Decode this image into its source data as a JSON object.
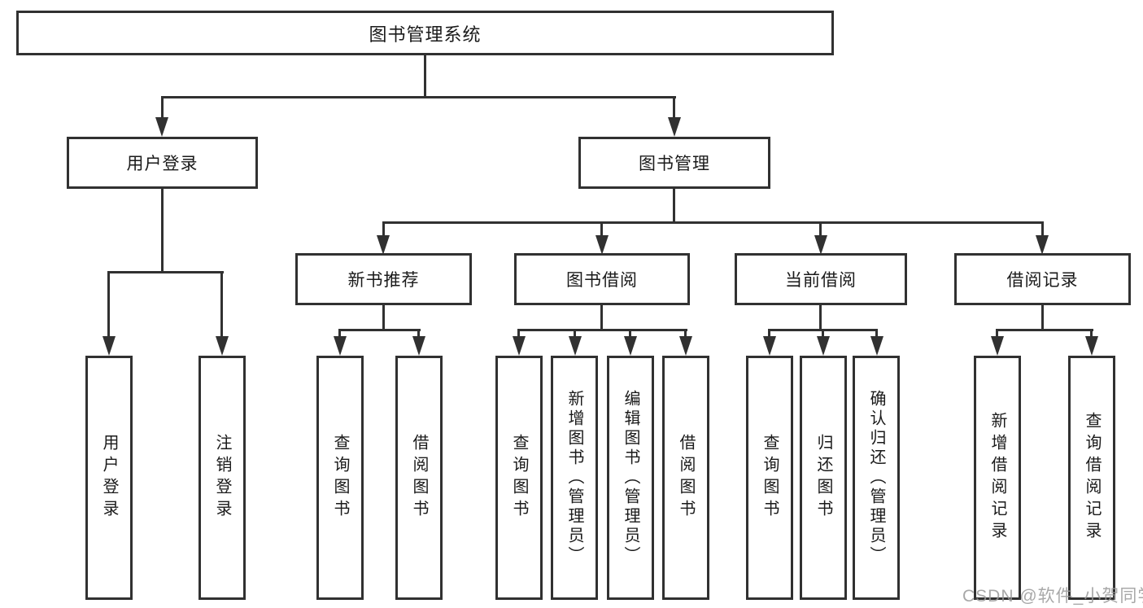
{
  "title": "图书管理系统",
  "level2": [
    {
      "label": "用户登录",
      "leaves": [
        "用户登录",
        "注销登录"
      ]
    },
    {
      "label": "图书管理",
      "sections": [
        {
          "label": "新书推荐",
          "leaves": [
            "查询图书",
            "借阅图书"
          ]
        },
        {
          "label": "图书借阅",
          "leaves": [
            "查询图书",
            "新增图书（管理员）",
            "编辑图书（管理员）",
            "借阅图书"
          ]
        },
        {
          "label": "当前借阅",
          "leaves": [
            "查询图书",
            "归还图书",
            "确认归还（管理员）"
          ]
        },
        {
          "label": "借阅记录",
          "leaves": [
            "新增借阅记录",
            "查询借阅记录"
          ]
        }
      ]
    }
  ],
  "watermark": "CSDN @软件_小贺同学",
  "colors": {
    "line": "#313131",
    "text": "#1a1a1a",
    "background": "#ffffff",
    "watermark": "#9a9a9a"
  }
}
